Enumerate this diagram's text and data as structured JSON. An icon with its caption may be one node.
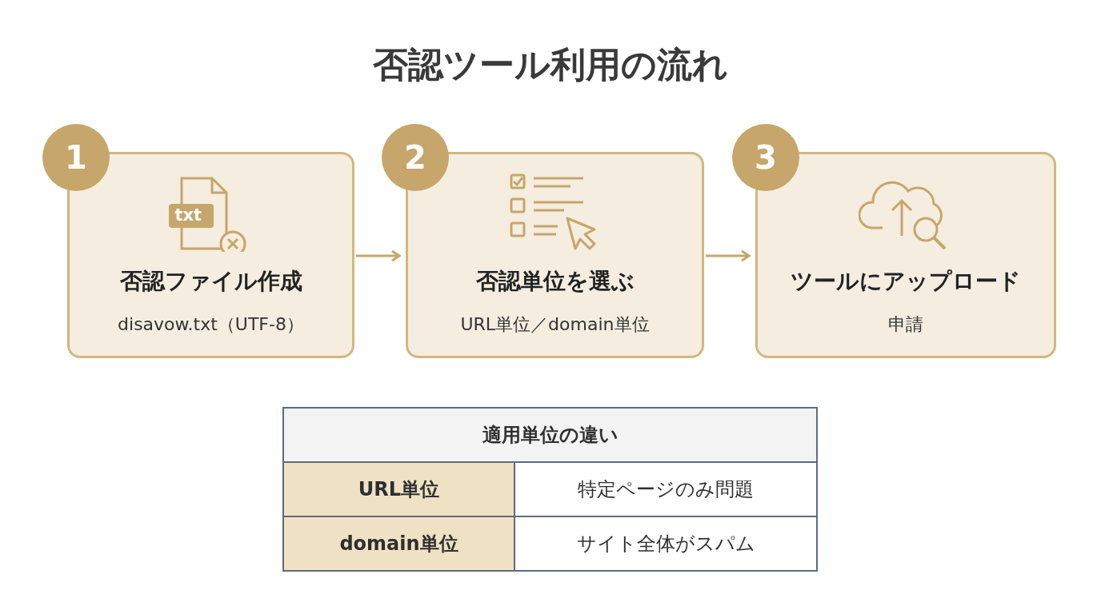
{
  "diagram": {
    "title": "否認ツール利用の流れ",
    "nodes": [
      {
        "text": [
          "1"
        ]
      },
      {
        "text": [
          "否認ファイル作成",
          "disavow.txt（UTF-8）"
        ]
      },
      {
        "text": [
          "2"
        ]
      },
      {
        "text": [
          "否認単位を選ぶ",
          "URL単位／domain単位"
        ]
      },
      {
        "text": [
          "3"
        ]
      },
      {
        "text": [
          "ツールにアップロード",
          "申請"
        ]
      }
    ],
    "edges": [
      {
        "from": 1,
        "to": 3,
        "arrow": "to"
      },
      {
        "from": 3,
        "to": 5,
        "arrow": "to"
      }
    ],
    "labels": [
      "txt",
      "適用単位の違い",
      "URL単位",
      "特定ページのみ問題",
      "domain単位",
      "サイト全体がスパム"
    ]
  }
}
